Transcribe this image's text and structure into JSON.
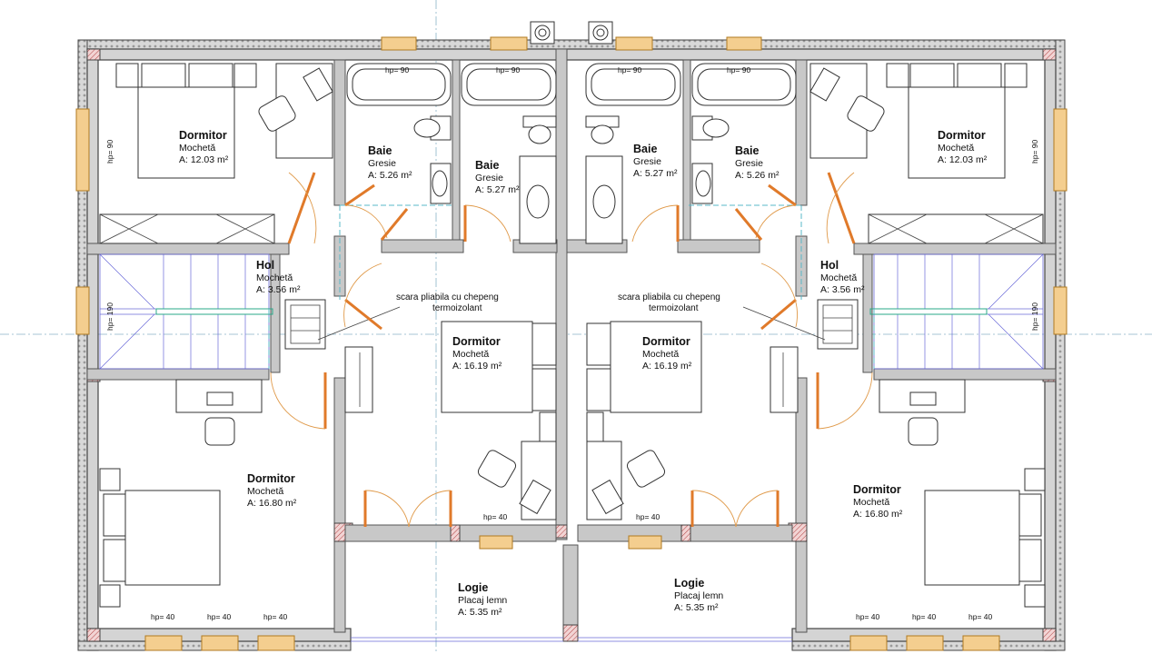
{
  "rooms": {
    "dorm_tl": {
      "name": "Dormitor",
      "floor": "Mochetă",
      "area": "A: 12.03 m²"
    },
    "baie_1": {
      "name": "Baie",
      "floor": "Gresie",
      "area": "A: 5.26 m²"
    },
    "baie_2": {
      "name": "Baie",
      "floor": "Gresie",
      "area": "A: 5.27 m²"
    },
    "baie_3": {
      "name": "Baie",
      "floor": "Gresie",
      "area": "A: 5.27 m²"
    },
    "baie_4": {
      "name": "Baie",
      "floor": "Gresie",
      "area": "A: 5.26 m²"
    },
    "dorm_tr": {
      "name": "Dormitor",
      "floor": "Mochetă",
      "area": "A: 12.03 m²"
    },
    "hol_l": {
      "name": "Hol",
      "floor": "Mochetă",
      "area": "A: 3.56 m²"
    },
    "hol_r": {
      "name": "Hol",
      "floor": "Mochetă",
      "area": "A: 3.56 m²"
    },
    "dorm_cl": {
      "name": "Dormitor",
      "floor": "Mochetă",
      "area": "A: 16.19 m²"
    },
    "dorm_cr": {
      "name": "Dormitor",
      "floor": "Mochetă",
      "area": "A: 16.19 m²"
    },
    "dorm_bl": {
      "name": "Dormitor",
      "floor": "Mochetă",
      "area": "A: 16.80 m²"
    },
    "dorm_br": {
      "name": "Dormitor",
      "floor": "Mochetă",
      "area": "A: 16.80 m²"
    },
    "logie_l": {
      "name": "Logie",
      "floor": "Placaj lemn",
      "area": "A: 5.35 m²"
    },
    "logie_r": {
      "name": "Logie",
      "floor": "Placaj lemn",
      "area": "A: 5.35 m²"
    }
  },
  "notes": {
    "stair_l_1": "scara pliabila cu chepeng",
    "stair_l_2": "termoizolant",
    "stair_r_1": "scara pliabila cu chepeng",
    "stair_r_2": "termoizolant"
  },
  "window_labels": {
    "hp90": "hp= 90",
    "hp190": "hp= 190",
    "hp40": "hp= 40"
  },
  "colors": {
    "wall": "#c8c8c8",
    "window": "#f4ce8f",
    "door": "#e07a2a",
    "axis": "#8ab4c8"
  }
}
